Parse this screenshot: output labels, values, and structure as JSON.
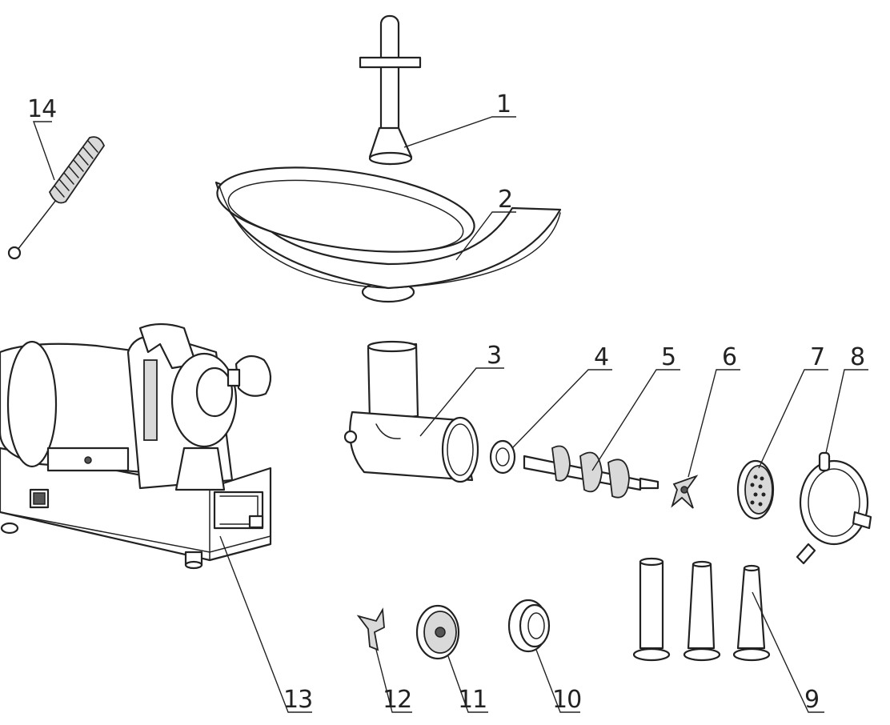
{
  "labels": {
    "p1": "1",
    "p2": "2",
    "p3": "3",
    "p4": "4",
    "p5": "5",
    "p6": "6",
    "p7": "7",
    "p8": "8",
    "p9": "9",
    "p10": "10",
    "p11": "11",
    "p12": "12",
    "p13": "13",
    "p14": "14"
  }
}
